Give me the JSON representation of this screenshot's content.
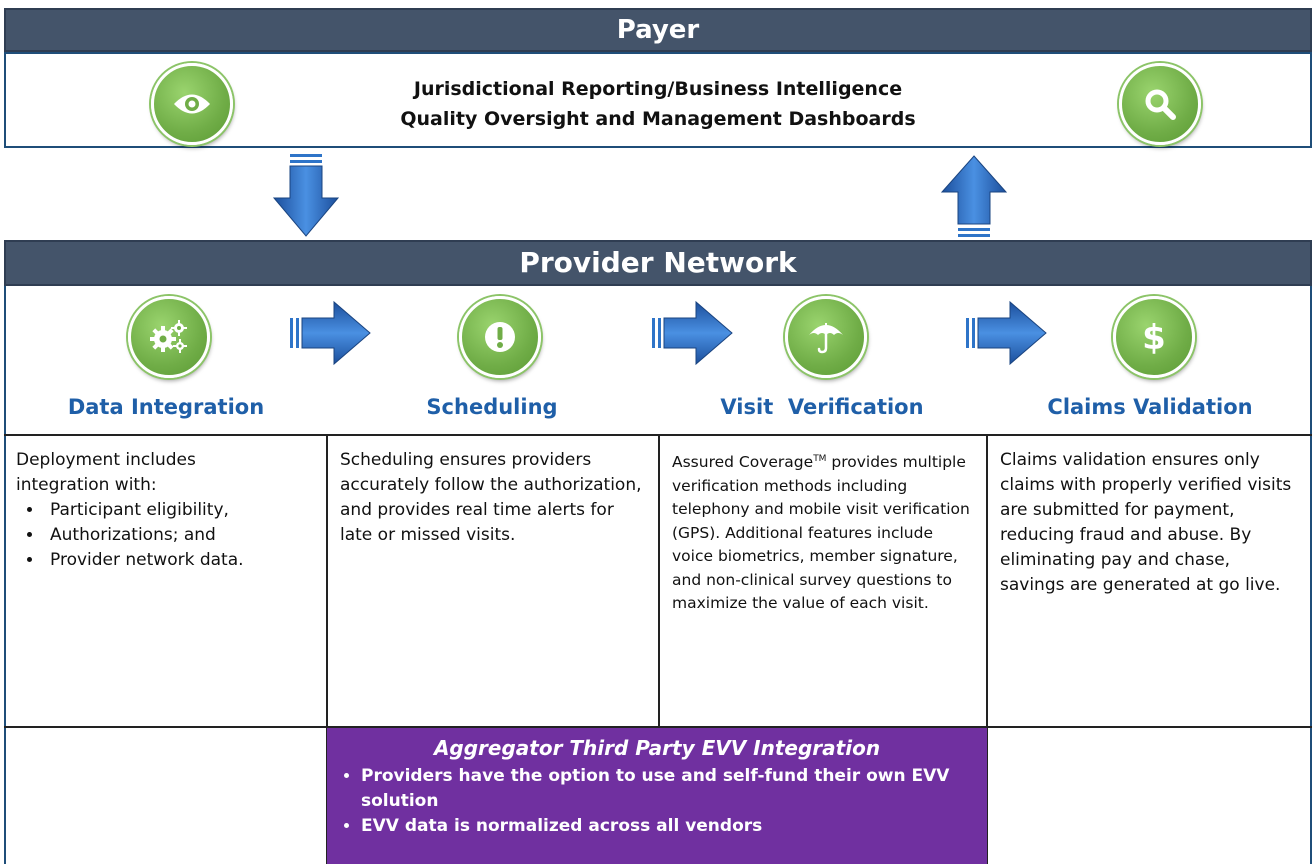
{
  "payer": {
    "header": "Payer",
    "line1": "Jurisdictional Reporting/Business Intelligence",
    "line2": "Quality Oversight and Management Dashboards",
    "left_icon": "eye-icon",
    "right_icon": "search-icon"
  },
  "provider": {
    "header": "Provider Network",
    "steps": [
      {
        "title": "Data Integration",
        "icon": "gears-icon"
      },
      {
        "title": "Scheduling",
        "icon": "exclamation-icon"
      },
      {
        "title": "Visit  Verification",
        "icon": "umbrella-icon"
      },
      {
        "title": "Claims Validation",
        "icon": "dollar-icon"
      }
    ]
  },
  "descriptions": {
    "data_integration": {
      "intro_1": "Deployment includes",
      "intro_2": "integration with:",
      "bullets": [
        "Participant eligibility,",
        "Authorizations; and",
        "Provider network data."
      ]
    },
    "scheduling": "Scheduling ensures providers accurately follow the authorization, and provides real time alerts for late or missed visits.",
    "visit_verification": {
      "brand": "Assured Coverage",
      "tm": "TM",
      "text": " provides multiple verification methods including telephony and mobile visit verification (GPS). Additional features include voice biometrics, member signature, and non-clinical survey questions to maximize the value of each visit."
    },
    "claims_validation": "Claims validation ensures only claims with properly verified visits are submitted for payment, reducing fraud and abuse.  By eliminating pay and chase, savings are generated at go live."
  },
  "aggregator": {
    "title": "Aggregator Third Party EVV Integration",
    "bullets": [
      "Providers have the option to use and self-fund their own EVV solution",
      "EVV data is normalized across all vendors"
    ]
  },
  "colors": {
    "header_bar": "#44546a",
    "icon_green": "#70ad47",
    "title_blue": "#1f5fa8",
    "arrow_blue": "#2e74c8",
    "aggregator_purple": "#7030a0"
  }
}
